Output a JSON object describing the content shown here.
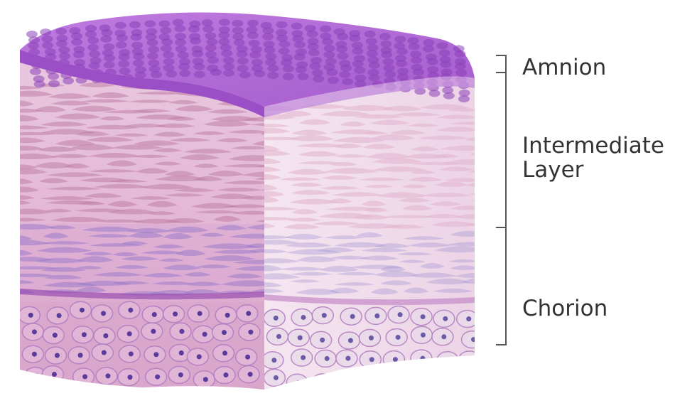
{
  "diagram": {
    "layers": [
      {
        "id": "amnion",
        "lines": [
          "Amnion"
        ]
      },
      {
        "id": "intermediate",
        "lines": [
          "Intermediate",
          "Layer"
        ]
      },
      {
        "id": "chorion",
        "lines": [
          "Chorion"
        ]
      }
    ],
    "colors": {
      "amnion_top": "#b46ad6",
      "amnion_cells": "#8a3fb8",
      "intermediate": "#e7c4dc",
      "intermediate_side": "#f3e3ee",
      "fiber": "#c07fa6",
      "chorion": "#d9a6cc",
      "chorion_side": "#eadbea",
      "nucleus": "#5a3a9a",
      "bracket": "#555555"
    }
  }
}
